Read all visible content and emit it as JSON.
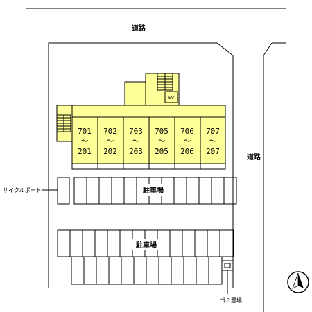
{
  "roads": {
    "top": "道路",
    "right": "道路"
  },
  "units": [
    {
      "top": "701",
      "tilde": "～",
      "bottom": "201"
    },
    {
      "top": "702",
      "tilde": "～",
      "bottom": "202"
    },
    {
      "top": "703",
      "tilde": "～",
      "bottom": "203"
    },
    {
      "top": "705",
      "tilde": "～",
      "bottom": "205"
    },
    {
      "top": "706",
      "tilde": "～",
      "bottom": "206"
    },
    {
      "top": "707",
      "tilde": "～",
      "bottom": "207"
    }
  ],
  "elevator": "EV",
  "cycle_port": "サイクルポート",
  "parking_upper": "駐車場",
  "parking_lower": "駐車場",
  "garbage": "ゴミ置場",
  "colors": {
    "building": "#ffff99",
    "line": "#000000",
    "background": "#ffffff"
  },
  "icons": {
    "north": "north-arrow-icon"
  }
}
